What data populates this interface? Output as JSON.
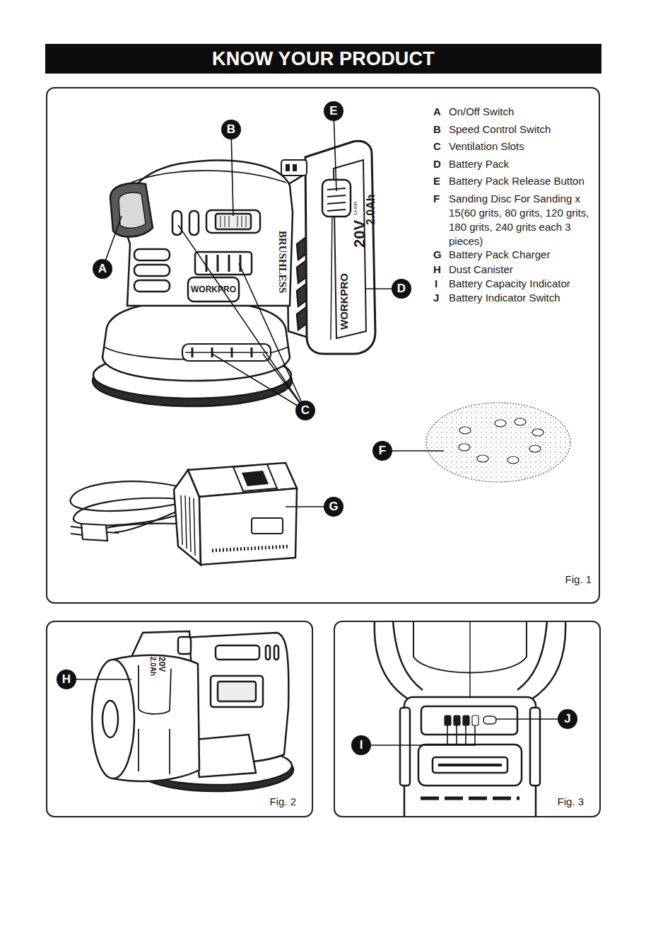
{
  "diagram": {
    "title": "KNOW YOUR PRODUCT",
    "nodes": [
      {
        "text": [
          "Fig. 1"
        ]
      },
      {
        "text": [
          "E"
        ],
        "in": 0
      },
      {
        "text": [
          "B"
        ],
        "in": 0
      },
      {
        "text": [
          "A"
        ],
        "in": 0
      },
      {
        "text": [
          "D"
        ],
        "in": 0
      },
      {
        "text": [
          "C"
        ],
        "in": 0
      },
      {
        "text": [
          "F"
        ],
        "in": 0
      },
      {
        "text": [
          "G"
        ],
        "in": 0
      },
      {
        "text": [
          "Fig. 2"
        ]
      },
      {
        "text": [
          "H"
        ],
        "in": 8
      },
      {
        "text": [
          "Fig. 3"
        ]
      },
      {
        "text": [
          "J"
        ],
        "in": 10
      },
      {
        "text": [
          "I"
        ],
        "in": 10
      }
    ],
    "labels": [
      "A",
      "On/Off Switch",
      "B",
      "Speed Control Switch",
      "C",
      "Ventilation Slots",
      "D",
      "Battery Pack",
      "E",
      "Battery Pack Release Button",
      "F",
      "Sanding Disc For Sanding x 15(60 grits, 80 grits, 120 grits, 180 grits, 240 grits each 3 pieces)",
      "G",
      "Battery Pack Charger",
      "H",
      "Dust Canister",
      "I",
      "Battery Capacity Indicator",
      "J",
      "Battery Indicator Switch",
      "WORKPRO",
      "BRUSHLESS",
      "20V",
      "Li-ion",
      "2.0Ah",
      "WORKPRO",
      "20V",
      "2.0Ah"
    ]
  }
}
